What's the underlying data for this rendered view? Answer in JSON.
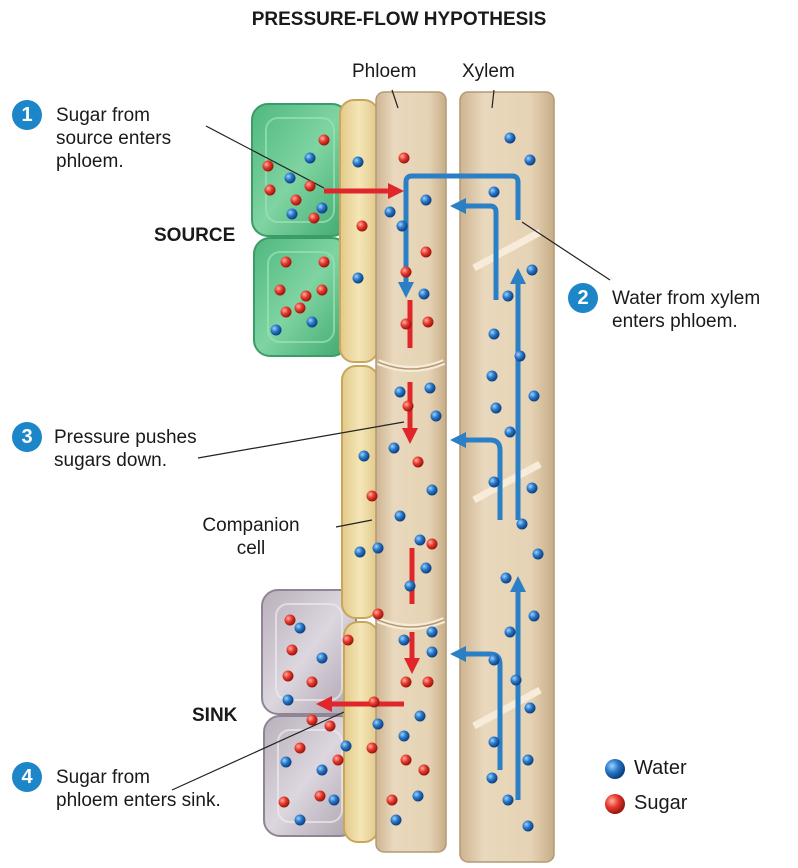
{
  "title": "PRESSURE-FLOW HYPOTHESIS",
  "column_labels": {
    "phloem": "Phloem",
    "xylem": "Xylem"
  },
  "region_labels": {
    "source": "SOURCE",
    "sink": "SINK"
  },
  "steps": [
    {
      "number": "1",
      "lines": [
        "Sugar from",
        "source enters",
        "phloem."
      ]
    },
    {
      "number": "2",
      "lines": [
        "Water from xylem",
        "enters phloem."
      ]
    },
    {
      "number": "3",
      "lines": [
        "Pressure pushes",
        "sugars down."
      ]
    },
    {
      "number": "4",
      "lines": [
        "Sugar from",
        "phloem enters sink."
      ]
    }
  ],
  "companion_cell": [
    "Companion",
    "cell"
  ],
  "legend": [
    {
      "label": "Water",
      "color": "#1f6fc0"
    },
    {
      "label": "Sugar",
      "color": "#e02a2a"
    }
  ],
  "colors": {
    "water": "#1f6fc0",
    "sugar": "#e02a2a",
    "water_arrow": "#2b7fc4",
    "sugar_arrow": "#e0262a",
    "step_badge": "#1d86c8",
    "source_cell": "#5cc489",
    "sink_cell": "#c9c2cc",
    "phloem_tube": "#e3cfb1",
    "xylem_tube": "#e3cfb1",
    "companion_cell": "#f2dfa5"
  }
}
